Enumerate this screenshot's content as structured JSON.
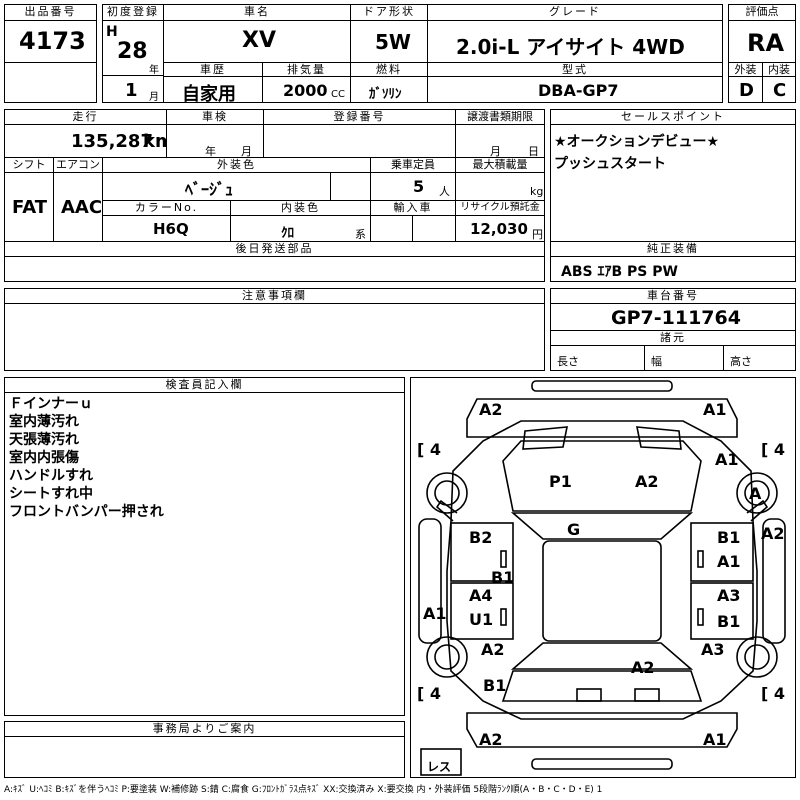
{
  "header": {
    "lot_label": "出品番号",
    "lot": "4173",
    "first_reg_label": "初度登録",
    "era": "H",
    "year": "28",
    "year_unit": "年",
    "month": "1",
    "month_unit": "月",
    "car_name_label": "車名",
    "car_name": "XV",
    "history_label": "車歴",
    "history": "自家用",
    "displacement_label": "排気量",
    "displacement": "2000",
    "displacement_unit": "CC",
    "door_label": "ドア形状",
    "door": "5W",
    "fuel_label": "燃料",
    "fuel": "ｶﾞｿﾘﾝ",
    "grade_label": "グレード",
    "grade": "2.0i-L アイサイト 4WD",
    "model_label": "型式",
    "model": "DBA-GP7",
    "rating_label": "評価点",
    "rating": "RA",
    "ext_label": "外装",
    "ext": "D",
    "int_label": "内装",
    "int": "C"
  },
  "row2": {
    "mileage_label": "走行",
    "mileage": "135,287",
    "mileage_unit": "km",
    "inspection_label": "車検",
    "year_unit": "年",
    "month_unit": "月",
    "reg_no_label": "登録番号",
    "transfer_label": "譲渡書類期限",
    "transfer_month": "月",
    "transfer_day": "日",
    "shift_label": "シフト",
    "shift": "FAT",
    "ac_label": "エアコン",
    "ac": "AAC",
    "color_label": "外装色",
    "color": "ﾍﾞｰｼﾞｭ",
    "capacity_label": "乗車定員",
    "capacity": "5",
    "capacity_unit": "人",
    "load_label": "最大積載量",
    "load_unit": "kg",
    "color_no_label": "カラーNo.",
    "color_no": "H6Q",
    "int_color_label": "内装色",
    "int_color": "ｸﾛ",
    "int_color_unit": "系",
    "import_label": "輸入車",
    "recycle_label": "リサイクル預託金",
    "recycle": "12,030",
    "recycle_unit": "円"
  },
  "sales": {
    "label": "セールスポイント",
    "lines": [
      "★オークションデビュー★",
      "プッシュスタート"
    ]
  },
  "later_parts_label": "後日発送部品",
  "equipment": {
    "label": "純正装備",
    "value": "ABS ｴｱB PS PW"
  },
  "notes_label": "注意事項欄",
  "chassis": {
    "label": "車台番号",
    "value": "GP7-111764"
  },
  "dims": {
    "label": "諸元",
    "length": "長さ",
    "width": "幅",
    "height": "高さ"
  },
  "inspector": {
    "label": "検査員記入欄",
    "lines": [
      "Ｆインナーｕ",
      "室内薄汚れ",
      "天張薄汚れ",
      "室内内張傷",
      "ハンドルすれ",
      "シートすれ中",
      "フロントバンパー押され"
    ]
  },
  "office_label": "事務局よりご案内",
  "diagram": {
    "marks": {
      "fb_l": "A2",
      "fb_r": "A1",
      "tire_fl": "4",
      "tire_fr": "4",
      "tire_rl": "4",
      "tire_rr": "4",
      "fender_fr": "A1",
      "fender_fr_wheel": "A",
      "hood_l": "P1",
      "hood_r": "A2",
      "roof": "G",
      "door_fl": "B2",
      "door_fr": "B1",
      "door_fr2": "A1",
      "side_r": "A2",
      "pillar_l": "B1",
      "door_rl1": "A4",
      "door_rl2": "U1",
      "door_rr1": "A3",
      "door_rr2": "B1",
      "side_l": "A1",
      "qtr_l": "A2",
      "qtr_r": "A3",
      "trunk": "A2",
      "rear_l": "B1",
      "rb_l": "A2",
      "rb_r": "A1",
      "spare": "レス",
      "bracket": "["
    }
  },
  "legend": "A:ｷｽﾞ U:ﾍｺﾐ B:ｷｽﾞを伴うﾍｺﾐ P:要塗装 W:補修跡 S:錆 C:腐食 G:ﾌﾛﾝﾄｶﾞﾗｽ点ｷｽﾞ XX:交換済み X:要交換 内・外装評価 5段階ﾗﾝｸ順(A・B・C・D・E) 1"
}
